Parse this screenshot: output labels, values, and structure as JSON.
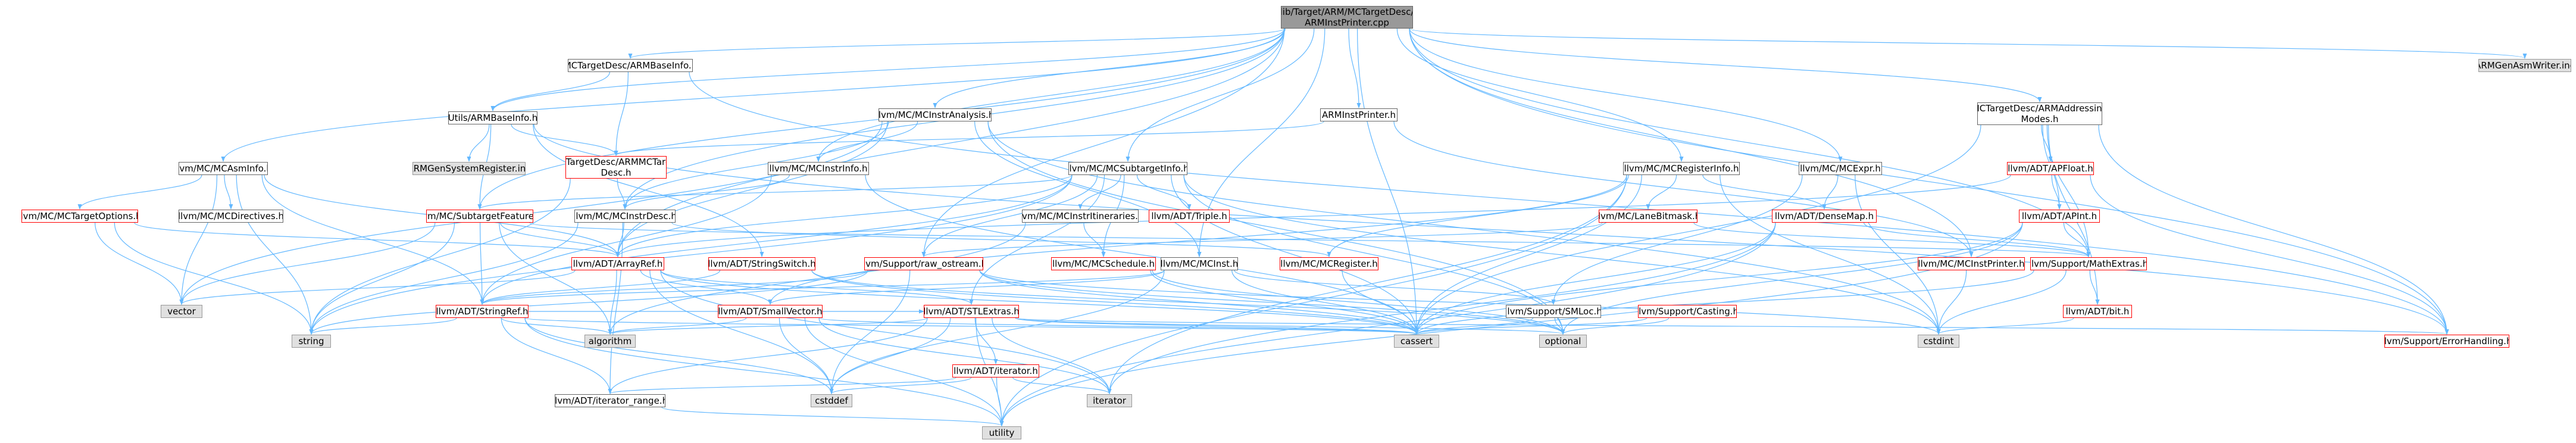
{
  "colors": {
    "edge": "#63b8ff",
    "node_border": "#666666",
    "missing_border": "#ff0000",
    "system_fill": "#e0e0e0",
    "root_fill": "#999999"
  },
  "nodes": {
    "root": {
      "label": "lib/Target/ARM/MCTargetDesc/\nARMInstPrinter.cpp",
      "kind": "root"
    },
    "armbaseinfo_mc": {
      "label": "MCTargetDesc/ARMBaseInfo.h",
      "kind": "normal"
    },
    "utils_armbaseinfo": {
      "label": "Utils/ARMBaseInfo.h",
      "kind": "normal"
    },
    "armgensysreg": {
      "label": "ARMGenSystemRegister.inc",
      "kind": "system"
    },
    "armmctargetdesc": {
      "label": "MCTargetDesc/ARMMCTarget\nDesc.h",
      "kind": "missing"
    },
    "mcinstranalysis": {
      "label": "llvm/MC/MCInstrAnalysis.h",
      "kind": "normal"
    },
    "mcinstrinfo": {
      "label": "llvm/MC/MCInstrInfo.h",
      "kind": "normal"
    },
    "arminstprinter_h": {
      "label": "ARMInstPrinter.h",
      "kind": "normal"
    },
    "mcsubtargetinfo": {
      "label": "llvm/MC/MCSubtargetInfo.h",
      "kind": "normal"
    },
    "mcregisterinfo": {
      "label": "llvm/MC/MCRegisterInfo.h",
      "kind": "normal"
    },
    "mcexpr": {
      "label": "llvm/MC/MCExpr.h",
      "kind": "normal"
    },
    "armaddressing": {
      "label": "MCTargetDesc/ARMAddressing\nModes.h",
      "kind": "normal"
    },
    "armgenasmwriter": {
      "label": "ARMGenAsmWriter.inc",
      "kind": "system"
    },
    "mcasminfo": {
      "label": "llvm/MC/MCAsmInfo.h",
      "kind": "normal"
    },
    "mctargetoptions": {
      "label": "llvm/MC/MCTargetOptions.h",
      "kind": "missing"
    },
    "mcdirectives": {
      "label": "llvm/MC/MCDirectives.h",
      "kind": "normal"
    },
    "mcsubtargetfeature": {
      "label": "llvm/MC/SubtargetFeature.h",
      "kind": "missing"
    },
    "mcinstrdesc": {
      "label": "llvm/MC/MCInstrDesc.h",
      "kind": "normal"
    },
    "mcinstritineraries": {
      "label": "llvm/MC/MCInstrItineraries.h",
      "kind": "normal"
    },
    "triple": {
      "label": "llvm/ADT/Triple.h",
      "kind": "missing"
    },
    "mclanebitmask": {
      "label": "llvm/MC/LaneBitmask.h",
      "kind": "missing"
    },
    "densemap": {
      "label": "llvm/ADT/DenseMap.h",
      "kind": "missing"
    },
    "apfloat": {
      "label": "llvm/ADT/APFloat.h",
      "kind": "missing"
    },
    "apint": {
      "label": "llvm/ADT/APInt.h",
      "kind": "missing"
    },
    "arrayref": {
      "label": "llvm/ADT/ArrayRef.h",
      "kind": "missing"
    },
    "stringswitch": {
      "label": "llvm/ADT/StringSwitch.h",
      "kind": "missing"
    },
    "raw_ostream": {
      "label": "llvm/Support/raw_ostream.h",
      "kind": "missing"
    },
    "mcschedule": {
      "label": "llvm/MC/MCSchedule.h",
      "kind": "missing"
    },
    "mcinst": {
      "label": "llvm/MC/MCInst.h",
      "kind": "normal"
    },
    "mcregister": {
      "label": "llvm/MC/MCRegister.h",
      "kind": "missing"
    },
    "mcinstprinter": {
      "label": "llvm/MC/MCInstPrinter.h",
      "kind": "missing"
    },
    "mathextras": {
      "label": "llvm/Support/MathExtras.h",
      "kind": "missing"
    },
    "vector": {
      "label": "vector",
      "kind": "system"
    },
    "stringref": {
      "label": "llvm/ADT/StringRef.h",
      "kind": "missing"
    },
    "smallvector": {
      "label": "llvm/ADT/SmallVector.h",
      "kind": "missing"
    },
    "stlextras": {
      "label": "llvm/ADT/STLExtras.h",
      "kind": "missing"
    },
    "smloc": {
      "label": "llvm/Support/SMLoc.h",
      "kind": "normal"
    },
    "casting": {
      "label": "llvm/Support/Casting.h",
      "kind": "missing"
    },
    "bit": {
      "label": "llvm/ADT/bit.h",
      "kind": "missing"
    },
    "string": {
      "label": "string",
      "kind": "system"
    },
    "algorithm": {
      "label": "algorithm",
      "kind": "system"
    },
    "cassert": {
      "label": "cassert",
      "kind": "system"
    },
    "optional": {
      "label": "optional",
      "kind": "system"
    },
    "cstdint": {
      "label": "cstdint",
      "kind": "system"
    },
    "errorhandling": {
      "label": "llvm/Support/ErrorHandling.h",
      "kind": "missing"
    },
    "iterator": {
      "label": "llvm/ADT/iterator.h",
      "kind": "missing"
    },
    "iterator_range": {
      "label": "llvm/ADT/iterator_range.h",
      "kind": "normal"
    },
    "cstddef": {
      "label": "cstddef",
      "kind": "system"
    },
    "iterator_std": {
      "label": "iterator",
      "kind": "system"
    },
    "utility": {
      "label": "utility",
      "kind": "system"
    }
  },
  "edges": [
    [
      "root",
      "armbaseinfo_mc"
    ],
    [
      "root",
      "utils_armbaseinfo"
    ],
    [
      "root",
      "mcinstranalysis"
    ],
    [
      "root",
      "mcinstrinfo"
    ],
    [
      "root",
      "arminstprinter_h"
    ],
    [
      "root",
      "mcsubtargetinfo"
    ],
    [
      "root",
      "mcregisterinfo"
    ],
    [
      "root",
      "mcexpr"
    ],
    [
      "root",
      "armaddressing"
    ],
    [
      "root",
      "armgenasmwriter"
    ],
    [
      "root",
      "mcasminfo"
    ],
    [
      "root",
      "mcinst"
    ],
    [
      "root",
      "raw_ostream"
    ],
    [
      "root",
      "mathextras"
    ],
    [
      "root",
      "errorhandling"
    ],
    [
      "root",
      "cassert"
    ],
    [
      "root",
      "arrayref"
    ],
    [
      "root",
      "mcsubtargetfeature"
    ],
    [
      "root",
      "mcinstrdesc"
    ],
    [
      "root",
      "mcinstprinter"
    ],
    [
      "armbaseinfo_mc",
      "utils_armbaseinfo"
    ],
    [
      "armbaseinfo_mc",
      "armmctargetdesc"
    ],
    [
      "armbaseinfo_mc",
      "errorhandling"
    ],
    [
      "utils_armbaseinfo",
      "armgensysreg"
    ],
    [
      "utils_armbaseinfo",
      "armmctargetdesc"
    ],
    [
      "utils_armbaseinfo",
      "stringswitch"
    ],
    [
      "utils_armbaseinfo",
      "mcsubtargetfeature"
    ],
    [
      "utils_armbaseinfo",
      "errorhandling"
    ],
    [
      "armmctargetdesc",
      "mcinstrdesc"
    ],
    [
      "armmctargetdesc",
      "string"
    ],
    [
      "mcinstranalysis",
      "mcinstrinfo"
    ],
    [
      "mcinstranalysis",
      "mcinstrdesc"
    ],
    [
      "mcinstranalysis",
      "mcinst"
    ],
    [
      "mcinstranalysis",
      "arrayref"
    ],
    [
      "mcinstranalysis",
      "optional"
    ],
    [
      "mcinstranalysis",
      "cstdint"
    ],
    [
      "mcinstranalysis",
      "vector"
    ],
    [
      "mcinstrinfo",
      "mcinstrdesc"
    ],
    [
      "mcinstrinfo",
      "stringref"
    ],
    [
      "mcinstrinfo",
      "cassert"
    ],
    [
      "arminstprinter_h",
      "armmctargetdesc"
    ],
    [
      "arminstprinter_h",
      "mcinstprinter"
    ],
    [
      "mcsubtargetinfo",
      "mcinstritineraries"
    ],
    [
      "mcsubtargetinfo",
      "mcschedule"
    ],
    [
      "mcsubtargetinfo",
      "triple"
    ],
    [
      "mcsubtargetinfo",
      "mcsubtargetfeature"
    ],
    [
      "mcsubtargetinfo",
      "arrayref"
    ],
    [
      "mcsubtargetinfo",
      "stringref"
    ],
    [
      "mcsubtargetinfo",
      "cassert"
    ],
    [
      "mcsubtargetinfo",
      "cstdint"
    ],
    [
      "mcsubtargetinfo",
      "optional"
    ],
    [
      "mcsubtargetinfo",
      "string"
    ],
    [
      "mcsubtargetinfo",
      "stlextras"
    ],
    [
      "mcsubtargetinfo",
      "raw_ostream"
    ],
    [
      "mcregisterinfo",
      "densemap"
    ],
    [
      "mcregisterinfo",
      "mclanebitmask"
    ],
    [
      "mcregisterinfo",
      "mcregister"
    ],
    [
      "mcregisterinfo",
      "cassert"
    ],
    [
      "mcregisterinfo",
      "cstdint"
    ],
    [
      "mcregisterinfo",
      "iterator_std"
    ],
    [
      "mcregisterinfo",
      "utility"
    ],
    [
      "mcregisterinfo",
      "smallvector"
    ],
    [
      "mcexpr",
      "smloc"
    ],
    [
      "mcexpr",
      "densemap"
    ],
    [
      "mcexpr",
      "cstdint"
    ],
    [
      "armaddressing",
      "apfloat"
    ],
    [
      "armaddressing",
      "apint"
    ],
    [
      "armaddressing",
      "bit"
    ],
    [
      "armaddressing",
      "errorhandling"
    ],
    [
      "armaddressing",
      "mathextras"
    ],
    [
      "armaddressing",
      "cassert"
    ],
    [
      "mcasminfo",
      "mctargetoptions"
    ],
    [
      "mcasminfo",
      "mcdirectives"
    ],
    [
      "mcasminfo",
      "stringref"
    ],
    [
      "mcasminfo",
      "vector"
    ],
    [
      "mcasminfo",
      "string"
    ],
    [
      "mcasminfo",
      "arrayref"
    ],
    [
      "mctargetoptions",
      "arrayref"
    ],
    [
      "mctargetoptions",
      "string"
    ],
    [
      "mctargetoptions",
      "vector"
    ],
    [
      "mcsubtargetfeature",
      "arrayref"
    ],
    [
      "mcsubtargetfeature",
      "stringref"
    ],
    [
      "mcsubtargetfeature",
      "mathextras"
    ],
    [
      "mcsubtargetfeature",
      "string"
    ],
    [
      "mcsubtargetfeature",
      "vector"
    ],
    [
      "mcsubtargetfeature",
      "algorithm"
    ],
    [
      "mcinstrdesc",
      "arrayref"
    ],
    [
      "mcinstrdesc",
      "mcregister"
    ],
    [
      "mcinstrdesc",
      "iterator_range"
    ],
    [
      "mcinstrdesc",
      "string"
    ],
    [
      "mcinstritineraries",
      "mcschedule"
    ],
    [
      "mcinstritineraries",
      "algorithm"
    ],
    [
      "mclanebitmask",
      "mathextras"
    ],
    [
      "mclanebitmask",
      "raw_ostream"
    ],
    [
      "densemap",
      "mathextras"
    ],
    [
      "densemap",
      "cassert"
    ],
    [
      "densemap",
      "iterator_std"
    ],
    [
      "densemap",
      "utility"
    ],
    [
      "apfloat",
      "apint"
    ],
    [
      "apfloat",
      "errorhandling"
    ],
    [
      "apfloat",
      "arrayref"
    ],
    [
      "apint",
      "mathextras"
    ],
    [
      "apint",
      "cassert"
    ],
    [
      "apint",
      "utility"
    ],
    [
      "apint",
      "optional"
    ],
    [
      "arrayref",
      "smallvector"
    ],
    [
      "arrayref",
      "stlextras"
    ],
    [
      "arrayref",
      "algorithm"
    ],
    [
      "arrayref",
      "cassert"
    ],
    [
      "arrayref",
      "cstddef"
    ],
    [
      "arrayref",
      "iterator_std"
    ],
    [
      "arrayref",
      "vector"
    ],
    [
      "stringswitch",
      "stringref"
    ],
    [
      "stringswitch",
      "cassert"
    ],
    [
      "stringswitch",
      "optional"
    ],
    [
      "raw_ostream",
      "stringref"
    ],
    [
      "raw_ostream",
      "cassert"
    ],
    [
      "raw_ostream",
      "cstddef"
    ],
    [
      "raw_ostream",
      "cstdint"
    ],
    [
      "raw_ostream",
      "optional"
    ],
    [
      "raw_ostream",
      "string"
    ],
    [
      "mcschedule",
      "cassert"
    ],
    [
      "mcschedule",
      "optional"
    ],
    [
      "mcinst",
      "smloc"
    ],
    [
      "mcinst",
      "smallvector"
    ],
    [
      "mcinst",
      "stringref"
    ],
    [
      "mcinst",
      "cassert"
    ],
    [
      "mcinst",
      "cstddef"
    ],
    [
      "mcregister",
      "cassert"
    ],
    [
      "mcinstprinter",
      "cstdint"
    ],
    [
      "mathextras",
      "bit"
    ],
    [
      "mathextras",
      "cassert"
    ],
    [
      "mathextras",
      "cstdint"
    ],
    [
      "stringref",
      "stlextras"
    ],
    [
      "stringref",
      "iterator_range"
    ],
    [
      "stringref",
      "algorithm"
    ],
    [
      "stringref",
      "cassert"
    ],
    [
      "stringref",
      "cstddef"
    ],
    [
      "stringref",
      "string"
    ],
    [
      "stringref",
      "utility"
    ],
    [
      "smallvector",
      "algorithm"
    ],
    [
      "smallvector",
      "cassert"
    ],
    [
      "smallvector",
      "cstddef"
    ],
    [
      "smallvector",
      "iterator_std"
    ],
    [
      "smallvector",
      "utility"
    ],
    [
      "stlextras",
      "iterator"
    ],
    [
      "stlextras",
      "iterator_range"
    ],
    [
      "stlextras",
      "errorhandling"
    ],
    [
      "stlextras",
      "cassert"
    ],
    [
      "stlextras",
      "cstddef"
    ],
    [
      "stlextras",
      "utility"
    ],
    [
      "stlextras",
      "optional"
    ],
    [
      "stlextras",
      "algorithm"
    ],
    [
      "stlextras",
      "iterator_std"
    ],
    [
      "smloc",
      "cassert"
    ],
    [
      "smloc",
      "optional"
    ],
    [
      "casting",
      "cassert"
    ],
    [
      "casting",
      "optional"
    ],
    [
      "bit",
      "cstdint"
    ],
    [
      "iterator",
      "iterator_range"
    ],
    [
      "iterator",
      "cstddef"
    ],
    [
      "iterator",
      "iterator_std"
    ],
    [
      "iterator",
      "utility"
    ],
    [
      "iterator_range",
      "utility"
    ]
  ]
}
